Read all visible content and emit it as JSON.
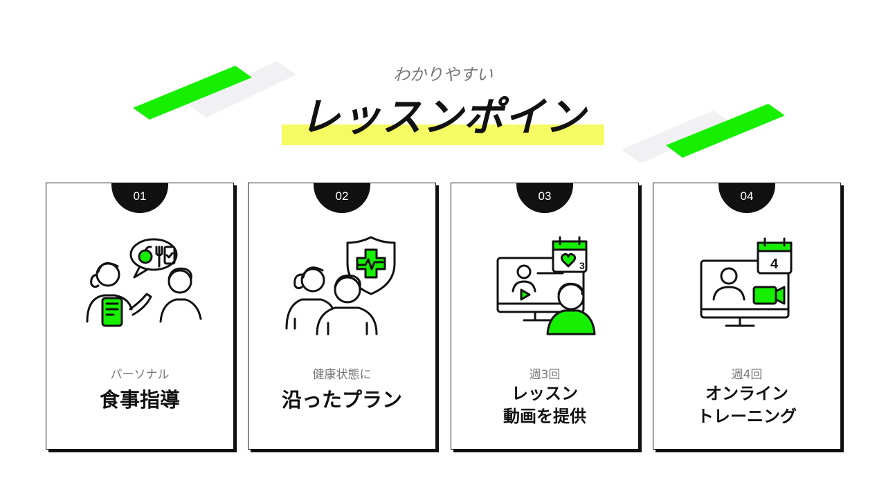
{
  "header": {
    "subtitle": "わかりやすい",
    "title": "レッスンポイン"
  },
  "colors": {
    "accent_green": "#16f000",
    "highlight_yellow": "#f5fb62",
    "ink": "#111111",
    "muted": "#777777",
    "stripe_gray": "#f1f1f3"
  },
  "cards": [
    {
      "number": "01",
      "sub": "パーソナル",
      "main_line1": "食事指導",
      "main_line2": "",
      "icon": "nutrition-coaching-illustration"
    },
    {
      "number": "02",
      "sub": "健康状態に",
      "main_line1": "沿ったプラン",
      "main_line2": "",
      "icon": "health-shield-plan-illustration"
    },
    {
      "number": "03",
      "sub": "週3回",
      "main_line1": "レッスン",
      "main_line2": "動画を提供",
      "icon": "video-lesson-calendar-illustration"
    },
    {
      "number": "04",
      "sub": "週4回",
      "main_line1": "オンライン",
      "main_line2": "トレーニング",
      "icon": "online-training-calendar-illustration"
    }
  ],
  "calendar_badges": {
    "card3": "3",
    "card4": "4"
  }
}
